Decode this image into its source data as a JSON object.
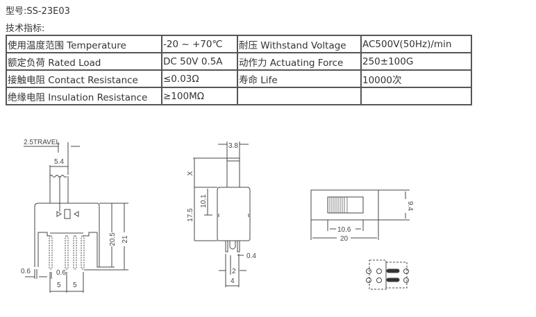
{
  "model_line": "型号:SS-23E03",
  "spec_heading": "技术指标:",
  "spec_table": [
    [
      "使用温度范围 Temperature",
      "-20 ~ +70℃",
      "耐压 Withstand Voltage",
      "AC500V(50Hz)/min"
    ],
    [
      "额定负荷 Rated Load",
      "DC 50V 0.5A",
      "动作力 Actuating Force",
      "250±100G"
    ],
    [
      "接触电阻 Contact Resistance",
      "≤0.03Ω",
      "寿命 Life",
      "10000次"
    ],
    [
      "绝缘电阻 Insulation Resistance",
      "≥100MΩ",
      "",
      ""
    ]
  ],
  "drawing": {
    "front": {
      "travel": "2.5TRAVEL",
      "actuator_width": "5.4",
      "height_inner": "20.5",
      "height_total": "21",
      "leg_thickness": "0.6",
      "pin_thickness": "0.6",
      "pitch_1": "5",
      "pitch_2": "5"
    },
    "side": {
      "actuator_width": "3.8",
      "actuator_height": "X",
      "body_height": "17.5",
      "leg_height": "10.1",
      "pin_width": "0.4",
      "pin_gap": "2",
      "pin_span": "4"
    },
    "top": {
      "slider_length": "10.6",
      "body_length": "20",
      "body_width": "9.4"
    }
  }
}
